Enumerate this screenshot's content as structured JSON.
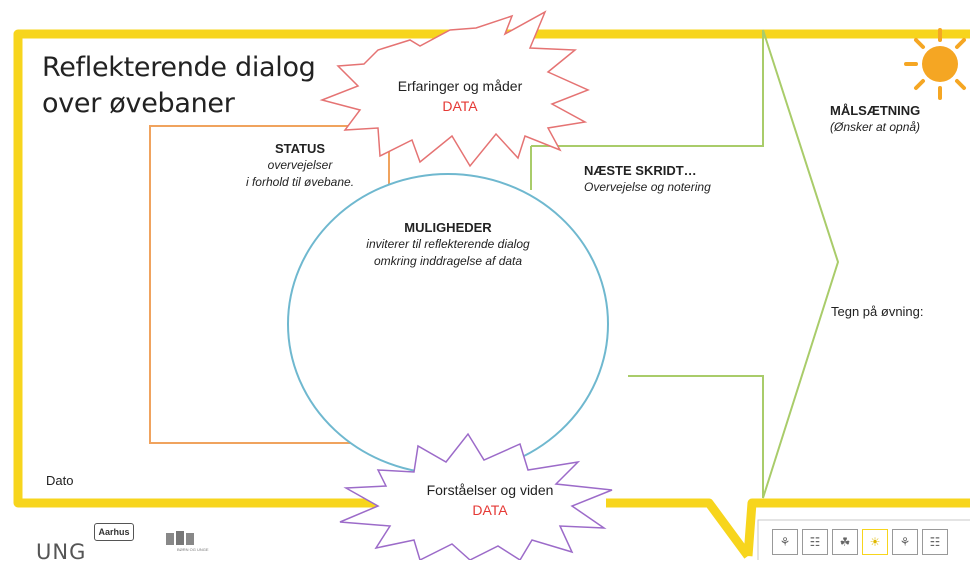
{
  "title": {
    "line1": "Reflekterende dialog",
    "line2": "over øvebaner"
  },
  "status": {
    "heading": "STATUS",
    "line1": "overvejelser",
    "line2": "i forhold til øvebane."
  },
  "muligheder": {
    "heading": "MULIGHEDER",
    "line1": "inviterer til reflekterende dialog",
    "line2": "omkring inddragelse af data"
  },
  "naeste": {
    "heading": "NÆSTE SKRIDT…",
    "line1": "Overvejelse og notering"
  },
  "maal": {
    "heading": "MÅLSÆTNING",
    "line1": "(Ønsker at opnå)"
  },
  "tegn": "Tegn på øvning:",
  "dato": "Dato",
  "burst_top": {
    "line1": "Erfaringer og måder",
    "line2": "DATA"
  },
  "burst_bottom": {
    "line1": "Forståelser og viden",
    "line2": "DATA"
  },
  "footer": {
    "brand": "UNG",
    "tag": "Aarhus",
    "crest_text": "BØRN OG UNGE"
  },
  "colors": {
    "frame": "#f7d51d",
    "status": "#f0a35e",
    "circle": "#6fb8cf",
    "arrow": "#a9cc6a",
    "burst_top": "#e57373",
    "burst_bottom": "#9c6bc9",
    "accent_red": "#e53935",
    "sun": "#f5a623"
  },
  "icons": [
    "sun-icon",
    "aarhus-crest-icon",
    "activity-icon"
  ]
}
